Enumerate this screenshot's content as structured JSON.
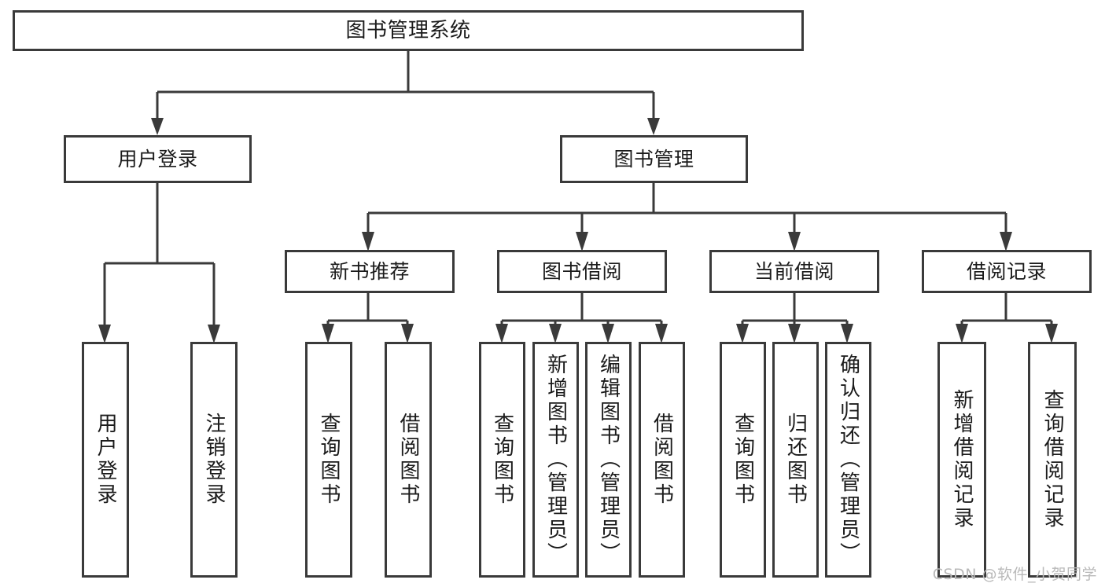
{
  "diagram": {
    "title_node": {
      "label": "图书管理系统"
    },
    "level2": [
      {
        "id": "user-login",
        "label": "用户登录"
      },
      {
        "id": "book-management",
        "label": "图书管理"
      }
    ],
    "level3": [
      {
        "id": "new-book-recommend",
        "label": "新书推荐"
      },
      {
        "id": "book-borrow",
        "label": "图书借阅"
      },
      {
        "id": "current-borrow",
        "label": "当前借阅"
      },
      {
        "id": "borrow-record",
        "label": "借阅记录"
      }
    ],
    "leaves": [
      {
        "id": "leaf-user-login",
        "label": "用户登录"
      },
      {
        "id": "leaf-user-logout",
        "label": "注销登录"
      },
      {
        "id": "leaf-query-book-1",
        "label": "查询图书"
      },
      {
        "id": "leaf-borrow-book-1",
        "label": "借阅图书"
      },
      {
        "id": "leaf-query-book-2",
        "label": "查询图书"
      },
      {
        "id": "leaf-add-book",
        "label": "新增图书（管理员）"
      },
      {
        "id": "leaf-edit-book",
        "label": "编辑图书（管理员）"
      },
      {
        "id": "leaf-borrow-book-2",
        "label": "借阅图书"
      },
      {
        "id": "leaf-query-book-3",
        "label": "查询图书"
      },
      {
        "id": "leaf-return-book",
        "label": "归还图书"
      },
      {
        "id": "leaf-confirm-return",
        "label": "确认归还（管理员）"
      },
      {
        "id": "leaf-add-record",
        "label": "新增借阅记录"
      },
      {
        "id": "leaf-query-record",
        "label": "查询借阅记录"
      }
    ],
    "colors": {
      "stroke": "#3a3a3a",
      "fill": "#ffffff",
      "text": "#1b1b1b",
      "watermark": "#b9b9b9"
    }
  },
  "watermark": {
    "text": "CSDN @软件_小贺同学"
  }
}
